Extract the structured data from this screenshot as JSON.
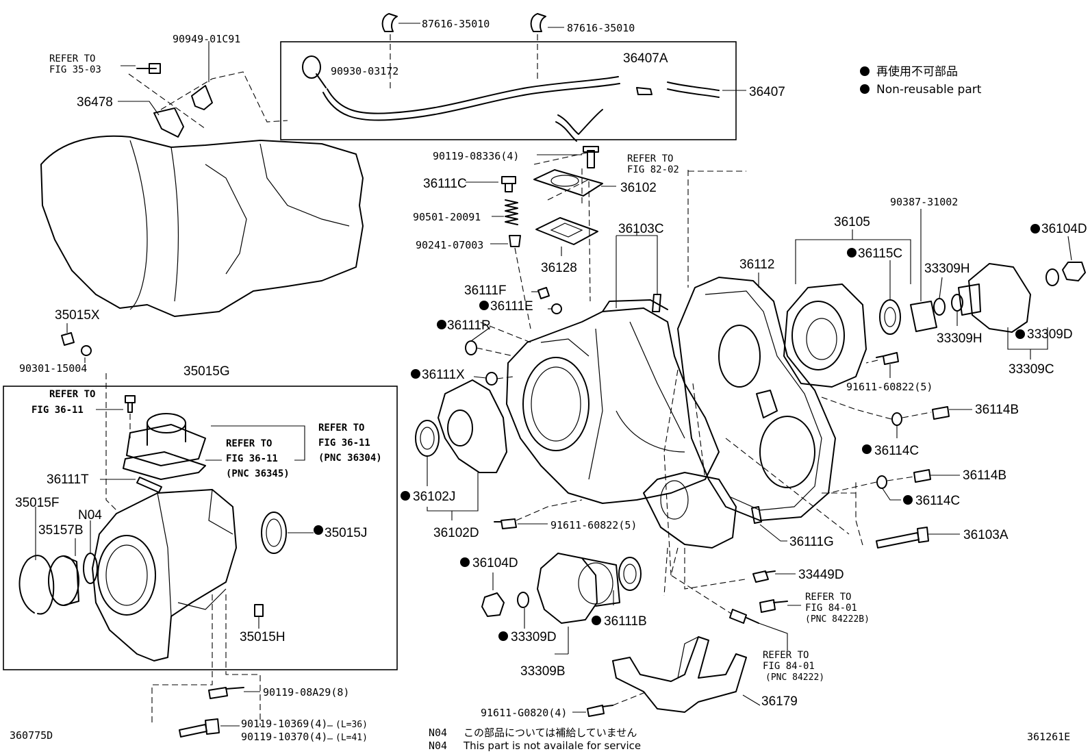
{
  "labels": {
    "p87616_a": "87616-35010",
    "p87616_b": "87616-35010",
    "p90949": "90949-01C91",
    "refer_35_03_a": "REFER TO",
    "refer_35_03_b": "FIG 35-03",
    "p90930": "90930-03172",
    "p36407A": "36407A",
    "p36407": "36407",
    "p36478": "36478",
    "p90119_08336": "90119-08336(4)",
    "refer_82_02_a": "REFER TO",
    "refer_82_02_b": "FIG 82-02",
    "p36111C": "36111C",
    "p36102": "36102",
    "p90501": "90501-20091",
    "p90241": "90241-07003",
    "p36128": "36128",
    "p36103C": "36103C",
    "p36112": "36112",
    "p36105": "36105",
    "p90387": "90387-31002",
    "p36104D_r": "36104D",
    "p36115C": "36115C",
    "p33309H_a": "33309H",
    "p33309H_b": "33309H",
    "p33309D_r": "33309D",
    "p33309C": "33309C",
    "p36111F": "36111F",
    "p36111E": "36111E",
    "p36111R": "36111R",
    "p36111X": "36111X",
    "p35015X": "35015X",
    "p90301": "90301-15004",
    "p35015G": "35015G",
    "refer_36_11_a1": "REFER TO",
    "refer_36_11_a2": "FIG 36-11",
    "refer_36_11_b1": "REFER TO",
    "refer_36_11_b2": "FIG 36-11",
    "refer_36_11_b3": "(PNC 36304)",
    "refer_36_11_c1": "REFER TO",
    "refer_36_11_c2": "FIG 36-11",
    "refer_36_11_c3": "(PNC 36345)",
    "p36111T": "36111T",
    "p35015F": "35015F",
    "pN04": "N04",
    "p35157B": "35157B",
    "p35015J": "35015J",
    "p35015H": "35015H",
    "p91611_60822_r": "91611-60822(5)",
    "p36114B_a": "36114B",
    "p36114C_a": "36114C",
    "p36114B_b": "36114B",
    "p36114C_b": "36114C",
    "p36102J": "36102J",
    "p36102D": "36102D",
    "p91611_60822_l": "91611-60822(5)",
    "p36111G": "36111G",
    "p36103A": "36103A",
    "p36104D_l": "36104D",
    "p33449D": "33449D",
    "refer_84_01_a1": "REFER TO",
    "refer_84_01_a2": "FIG 84-01",
    "refer_84_01_a3": "(PNC 84222B)",
    "p33309D_l": "33309D",
    "p36111B": "36111B",
    "refer_84_01_b1": "REFER TO",
    "refer_84_01_b2": "FIG 84-01",
    "refer_84_01_b3": "(PNC 84222)",
    "p33309B": "33309B",
    "p90119_08A29": "90119-08A29(8)",
    "p36179": "36179",
    "p91611_G0820": "91611-G0820(4)",
    "p90119_10369": "90119-10369(4)",
    "l36": "(L=36)",
    "p90119_10370": "90119-10370(4)",
    "l41": "(L=41)",
    "code_left": "360775D",
    "code_right": "361261E"
  },
  "legend": {
    "jp": "再使用不可部品",
    "en": "Non-reusable part"
  },
  "footnote": {
    "code1": "N04",
    "jp": "この部品については補給していません",
    "code2": "N04",
    "en": "This part is not availale for service"
  }
}
